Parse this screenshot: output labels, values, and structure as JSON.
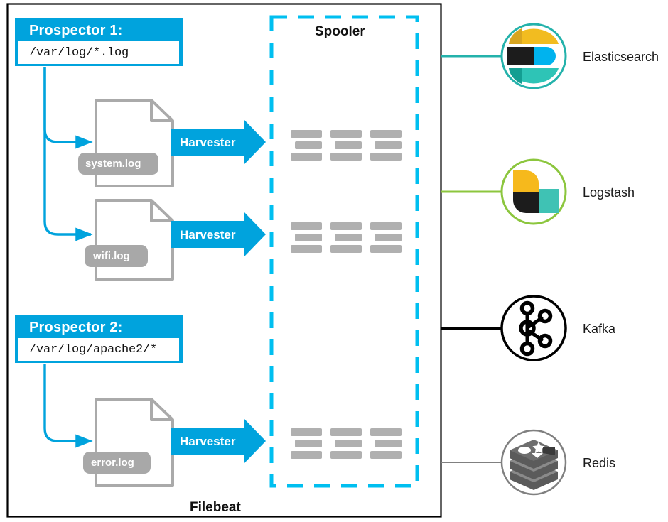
{
  "diagram": {
    "container_label": "Filebeat",
    "spooler_label": "Spooler",
    "accent_color": "#00a3dd",
    "file_gray": "#aaaaaa",
    "border_color": "#000000"
  },
  "prospectors": [
    {
      "title": "Prospector 1:",
      "path": "/var/log/*.log",
      "files": [
        {
          "name": "system.log",
          "harvester_label": "Harvester"
        },
        {
          "name": "wifi.log",
          "harvester_label": "Harvester"
        }
      ]
    },
    {
      "title": "Prospector 2:",
      "path": "/var/log/apache2/*",
      "files": [
        {
          "name": "error.log",
          "harvester_label": "Harvester"
        }
      ]
    }
  ],
  "spooler": {
    "label": "Spooler",
    "batch_groups": 3,
    "rows_per_group": 3
  },
  "outputs": [
    {
      "label": "Elasticsearch",
      "icon": "elasticsearch-icon",
      "ring_color": "#24b2ab",
      "line_color": "#24b2ab",
      "line_width": 3
    },
    {
      "label": "Logstash",
      "icon": "logstash-icon",
      "ring_color": "#8cc63e",
      "line_color": "#8cc63e",
      "line_width": 3
    },
    {
      "label": "Kafka",
      "icon": "kafka-icon",
      "ring_color": "#000000",
      "line_color": "#000000",
      "line_width": 4
    },
    {
      "label": "Redis",
      "icon": "redis-icon",
      "ring_color": "#808080",
      "line_color": "#808080",
      "line_width": 2
    }
  ],
  "palette": {
    "elastic_yellow": "#f2bc20",
    "elastic_yellow_dark": "#d8a520",
    "elastic_blue": "#00b3ee",
    "elastic_black": "#1c1c1c",
    "elastic_teal": "#2ec4b6",
    "elastic_teal_dark": "#139e92",
    "logstash_yellow": "#f6b91c",
    "logstash_black": "#1c1c1c",
    "logstash_teal": "#3fc2b4",
    "redis_gray_dark": "#5b5b5b",
    "redis_gray_mid": "#6e6e6e",
    "redis_gray_light": "#8a8a8a"
  }
}
